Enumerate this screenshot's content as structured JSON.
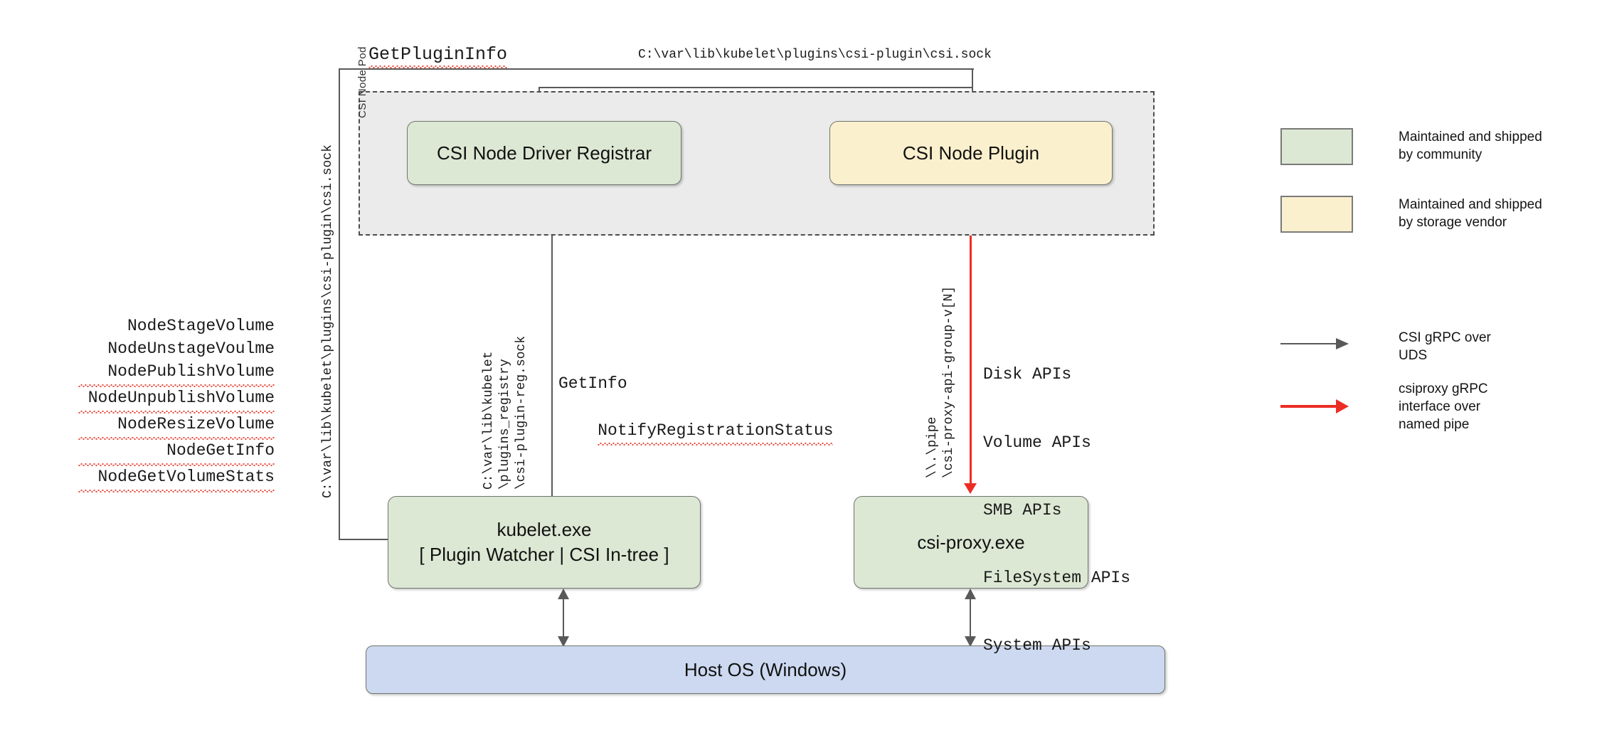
{
  "diagram": {
    "title": "CSI Proxy architecture on Windows",
    "pod": {
      "label": "CSI Node Pod"
    },
    "boxes": {
      "registrar": {
        "label": "CSI Node Driver Registrar",
        "fill": "#dde8d4"
      },
      "node_plugin": {
        "label": "CSI Node Plugin",
        "fill": "#fbf0cd"
      },
      "kubelet_line1": "kubelet.exe",
      "kubelet_line2": "[ Plugin Watcher | CSI In-tree ]",
      "csi_proxy": {
        "label": "csi-proxy.exe",
        "fill": "#dde8d4"
      },
      "host_os": {
        "label": "Host OS (Windows)",
        "fill": "#ccd9f0"
      }
    },
    "labels": {
      "get_plugin_info": "GetPluginInfo",
      "csi_sock_top": "C:\\var\\lib\\kubelet\\plugins\\csi-plugin\\csi.sock",
      "kubelet_sock_vertical": "C:\\var\\lib\\kubelet\\plugins\\csi-plugin\\csi.sock",
      "registry_sock_vertical": "C:\\var\\lib\\kubelet\n\\plugins_registry\n\\csi-plugin-reg.sock",
      "named_pipe_vertical": "\\\\.\\pipe\n\\csi-proxy-api-group-v[N]",
      "get_info": "GetInfo",
      "notify_registration_status": "NotifyRegistrationStatus"
    },
    "csi_node_apis": [
      "NodeStageVolume",
      "NodeUnstageVoulme",
      "NodePublishVolume",
      "NodeUnpublishVolume",
      "NodeResizeVolume",
      "NodeGetInfo",
      "NodeGetVolumeStats"
    ],
    "csi_proxy_apis": [
      "Disk APIs",
      "Volume APIs",
      "SMB APIs",
      "FileSystem APIs",
      "System APIs"
    ],
    "legend": [
      {
        "type": "swatch",
        "color": "#dde8d4",
        "text": "Maintained and shipped\nby community"
      },
      {
        "type": "swatch",
        "color": "#fbf0cd",
        "text": "Maintained and shipped\nby storage vendor"
      },
      {
        "type": "arrow",
        "color": "#595959",
        "text": "CSI gRPC over\nUDS"
      },
      {
        "type": "arrow",
        "color": "#ec2d24",
        "text": "csiproxy gRPC\ninterface over\nnamed pipe"
      }
    ]
  }
}
